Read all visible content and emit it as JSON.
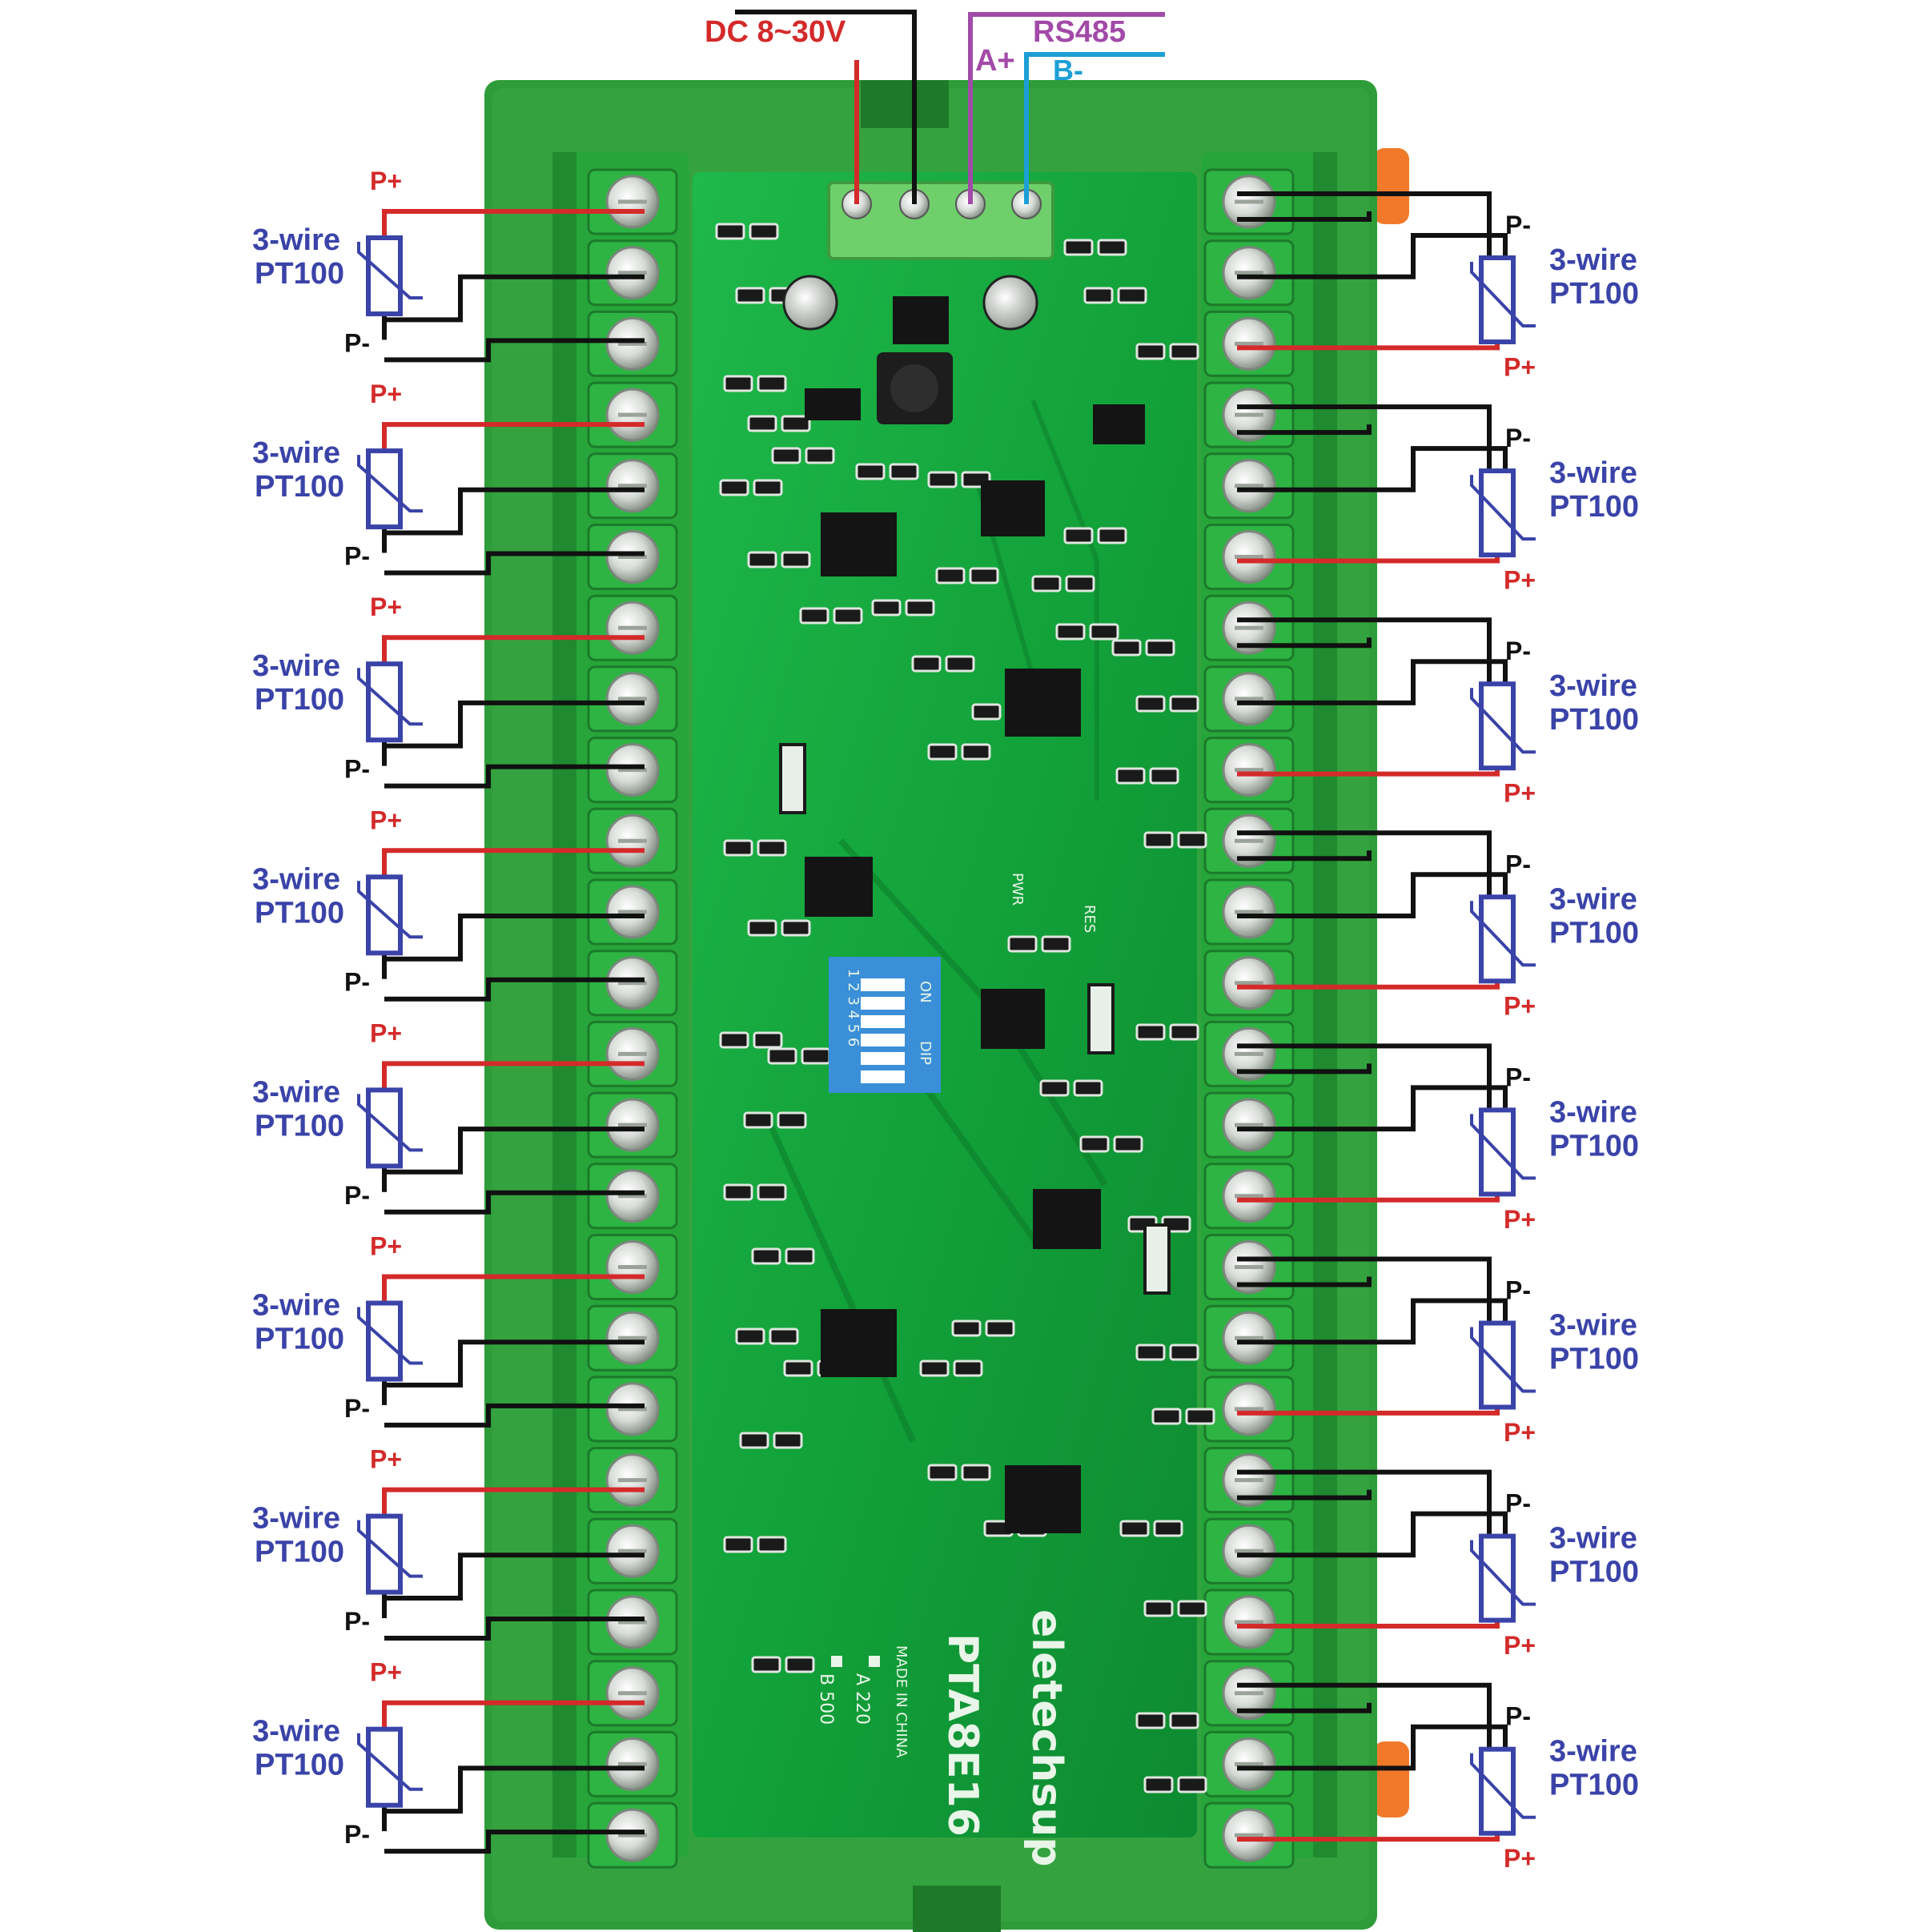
{
  "power": {
    "label": "DC 8~30V"
  },
  "rs485": {
    "label": "RS485",
    "a_label": "A+",
    "b_label": "B-"
  },
  "board": {
    "brand": "eletechsup",
    "model": "PTA8E16",
    "made_in": "MADE IN CHINA",
    "option_a": "A  220",
    "option_b": "B  500",
    "dip_on": "ON",
    "dip_label": "DIP",
    "dip_numbers": "1 2 3 4 5 6",
    "pwr_label": "PWR",
    "res_label": "RES"
  },
  "sensor": {
    "line1": "3-wire",
    "line2": "PT100",
    "plus_label": "P+",
    "minus_label": "P-"
  },
  "channels": {
    "left_count": 8,
    "right_count": 8
  },
  "colors": {
    "board": "#12a23a",
    "housing": "#2f9c3a",
    "wire_power": "#d42a2a",
    "wire_ground": "#111111",
    "wire_a": "#a24aa8",
    "wire_b": "#1c9fd6",
    "sensor": "#3a43a8",
    "dip_switch": "#3a8fd8",
    "din_clip": "#f07a2a"
  }
}
